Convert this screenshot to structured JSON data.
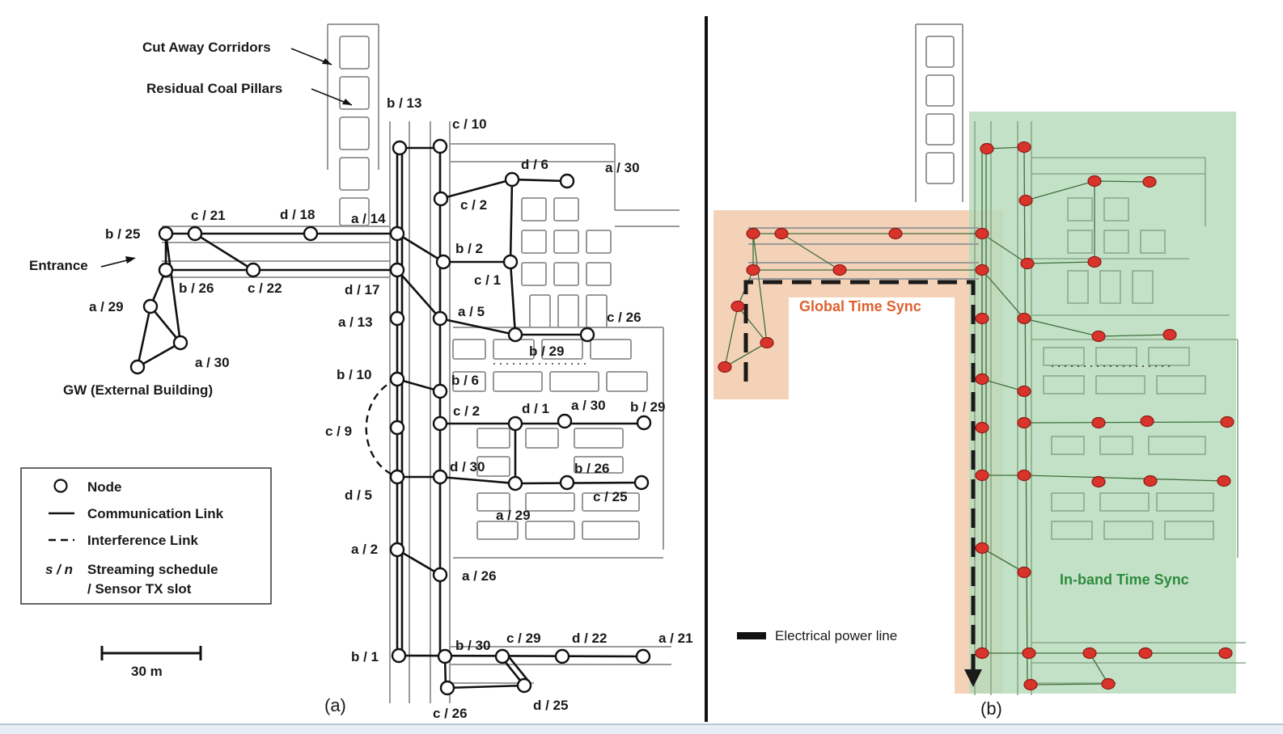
{
  "panel_a": {
    "caption": "(a)",
    "annotations": {
      "cut_away_corridors": "Cut Away Corridors",
      "residual_coal_pillars": "Residual Coal Pillars",
      "entrance": "Entrance",
      "gateway": "GW (External Building)"
    },
    "node_labels": [
      "b / 13",
      "c / 10",
      "d / 6",
      "a / 30",
      "c / 2",
      "b / 25",
      "c / 21",
      "d / 18",
      "a / 14",
      "b / 2",
      "c / 1",
      "b / 26",
      "c / 22",
      "d / 17",
      "a / 29",
      "a / 13",
      "a / 5",
      "c / 26",
      "a / 30",
      "b / 29",
      "b / 10",
      "b / 6",
      "c / 2",
      "d / 1",
      "a / 30",
      "b / 29",
      "c / 9",
      "d / 30",
      "b / 26",
      "d / 5",
      "c / 25",
      "a / 29",
      "a / 2",
      "a / 26",
      "a / 21",
      "c / 29",
      "d / 22",
      "b / 1",
      "b / 30",
      "c / 26",
      "d / 25"
    ],
    "legend": {
      "node": "Node",
      "communication_link": "Communication Link",
      "interference_link": "Interference Link",
      "schedule_symbol": "s / n",
      "schedule_line1": "Streaming schedule",
      "schedule_line2": "/ Sensor TX slot"
    },
    "scale_bar": "30 m"
  },
  "panel_b": {
    "caption": "(b)",
    "global_sync": "Global Time Sync",
    "inband_sync": "In-band Time Sync",
    "power_line": "Electrical power line"
  },
  "colors": {
    "global_region": "#f3cdb0",
    "inband_region": "#b9dcbc",
    "node_fill": "#d9342b",
    "global_text": "#e0602e",
    "inband_text": "#2e8b3e"
  }
}
